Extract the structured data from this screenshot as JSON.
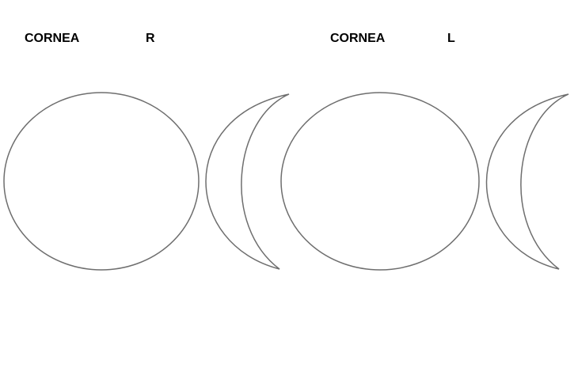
{
  "right_eye": {
    "title": "CORNEA",
    "side": "R"
  },
  "left_eye": {
    "title": "CORNEA",
    "side": "L"
  },
  "stroke_color": "#6e6e6e",
  "background_color": "#ffffff"
}
